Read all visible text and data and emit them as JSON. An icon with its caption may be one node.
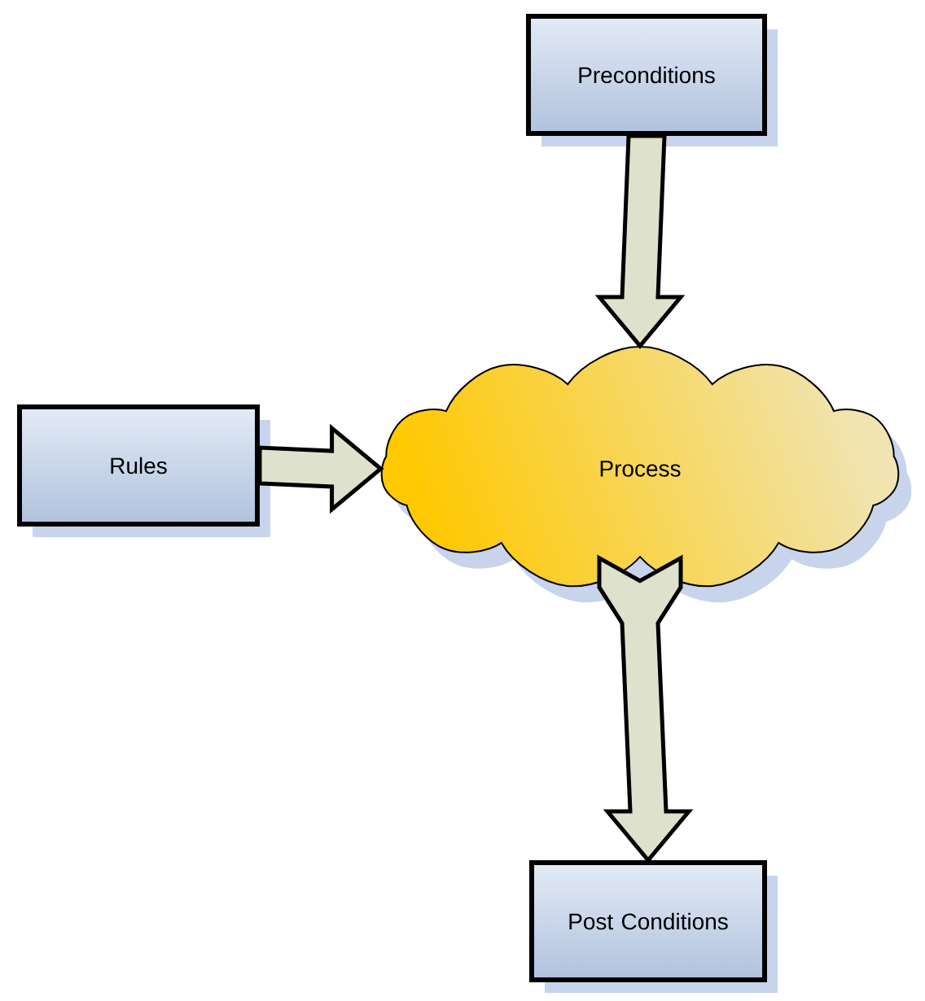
{
  "diagram": {
    "nodes": [
      {
        "text": [
          "Preconditions"
        ]
      },
      {
        "text": [
          "Rules"
        ]
      },
      {
        "text": [
          "Process"
        ]
      },
      {
        "text": [
          "Post Conditions"
        ]
      }
    ],
    "edges": [
      {
        "from": 0,
        "to": 2,
        "arrow": "to"
      },
      {
        "from": 1,
        "to": 2,
        "arrow": "to"
      },
      {
        "from": 2,
        "to": 3,
        "arrow": "to"
      }
    ]
  }
}
